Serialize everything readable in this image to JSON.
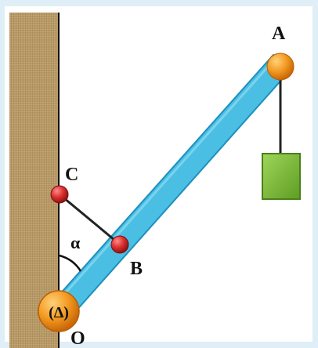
{
  "diagram": {
    "labels": {
      "A": "A",
      "B": "B",
      "C": "C",
      "O": "O",
      "alpha": "α",
      "axis": "(Δ)"
    },
    "colors": {
      "beam": "#4bbfe3",
      "beam_edge": "#1d8fbf",
      "wall": "#b89a66",
      "pivot": "#f08a1c",
      "ball": "#d62f2f",
      "mass": "#7dbb35",
      "string": "#222222"
    }
  }
}
